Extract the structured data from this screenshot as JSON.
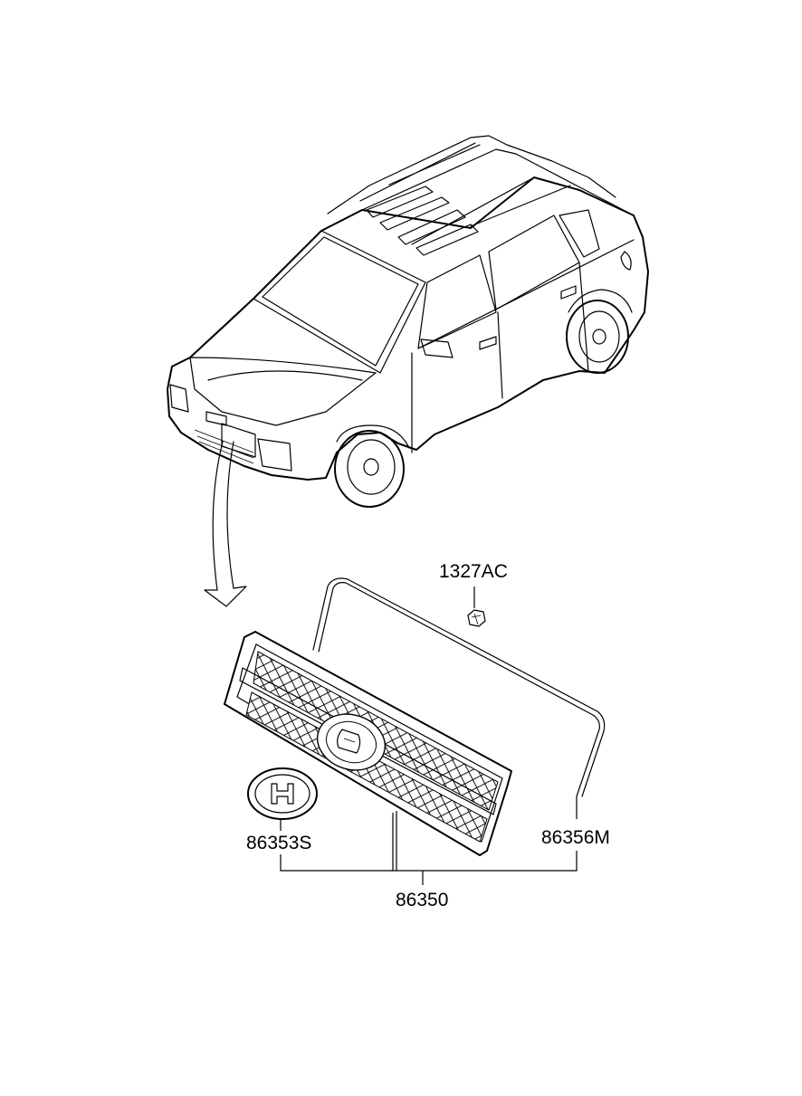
{
  "parts": {
    "nut": "1327AC",
    "emblem": "86353S",
    "molding": "86356M",
    "grille_assembly": "86350"
  }
}
